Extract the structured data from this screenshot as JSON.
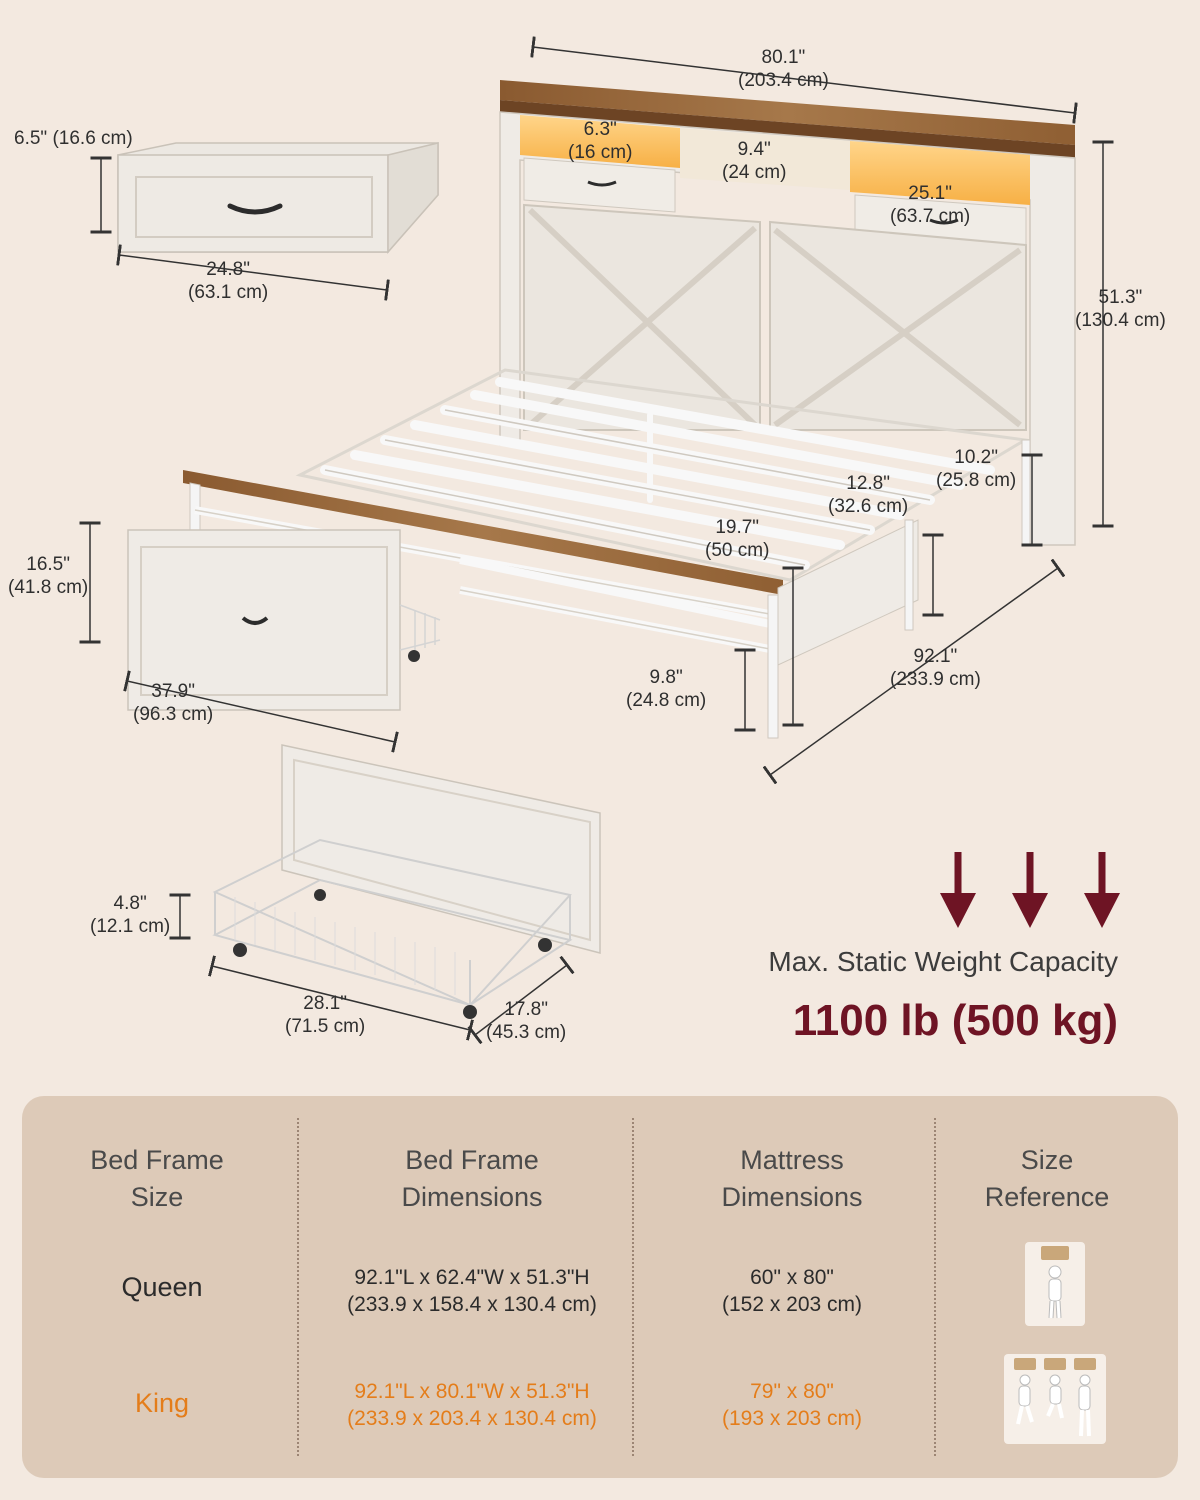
{
  "colors": {
    "background": "#f3e9e0",
    "table_background": "#ddcab8",
    "capacity_accent": "#6e1424",
    "king_accent": "#e47d1a",
    "wood_top": "#9a6a3c",
    "panel_white": "#ece8e2"
  },
  "headboard": {
    "width_in": "80.1\"",
    "width_cm": "(203.4 cm)",
    "height_in": "51.3\"",
    "height_cm": "(130.4 cm)",
    "shelf_left_in": "6.3\"",
    "shelf_left_cm": "(16 cm)",
    "shelf_mid_in": "9.4\"",
    "shelf_mid_cm": "(24 cm)",
    "shelf_right_in": "25.1\"",
    "shelf_right_cm": "(63.7 cm)"
  },
  "top_drawer": {
    "height_in": "6.5\"",
    "height_cm": "(16.6 cm)",
    "width_in": "24.8\"",
    "width_cm": "(63.1 cm)"
  },
  "frame": {
    "clearance_in": "10.2\"",
    "clearance_cm": "(25.8 cm)",
    "side_in": "12.8\"",
    "side_cm": "(32.6 cm)",
    "center_in": "19.7\"",
    "center_cm": "(50 cm)",
    "leg_in": "9.8\"",
    "leg_cm": "(24.8 cm)",
    "length_in": "92.1\"",
    "length_cm": "(233.9 cm)"
  },
  "front_drawer": {
    "height_in": "16.5\"",
    "height_cm": "(41.8 cm)",
    "width_in": "37.9\"",
    "width_cm": "(96.3 cm)"
  },
  "basket": {
    "height_in": "4.8\"",
    "height_cm": "(12.1 cm)",
    "length_in": "28.1\"",
    "length_cm": "(71.5 cm)",
    "depth_in": "17.8\"",
    "depth_cm": "(45.3 cm)"
  },
  "capacity": {
    "label": "Max. Static Weight Capacity",
    "value": "1100 lb (500 kg)"
  },
  "table": {
    "headers": [
      {
        "line1": "Bed Frame",
        "line2": "Size"
      },
      {
        "line1": "Bed Frame",
        "line2": "Dimensions"
      },
      {
        "line1": "Mattress",
        "line2": "Dimensions"
      },
      {
        "line1": "Size",
        "line2": "Reference"
      }
    ],
    "rows": [
      {
        "size": "Queen",
        "frame_line1": "92.1\"L x 62.4\"W x 51.3\"H",
        "frame_line2": "(233.9 x 158.4 x 130.4 cm)",
        "mattress_line1": "60\" x 80\"",
        "mattress_line2": "(152 x 203 cm)",
        "reference_icon": "one-person-bed-icon"
      },
      {
        "size": "King",
        "frame_line1": "92.1\"L x 80.1\"W x 51.3\"H",
        "frame_line2": "(233.9 x 203.4 x 130.4 cm)",
        "mattress_line1": "79\" x 80\"",
        "mattress_line2": "(193 x 203 cm)",
        "reference_icon": "three-person-bed-icon"
      }
    ]
  }
}
